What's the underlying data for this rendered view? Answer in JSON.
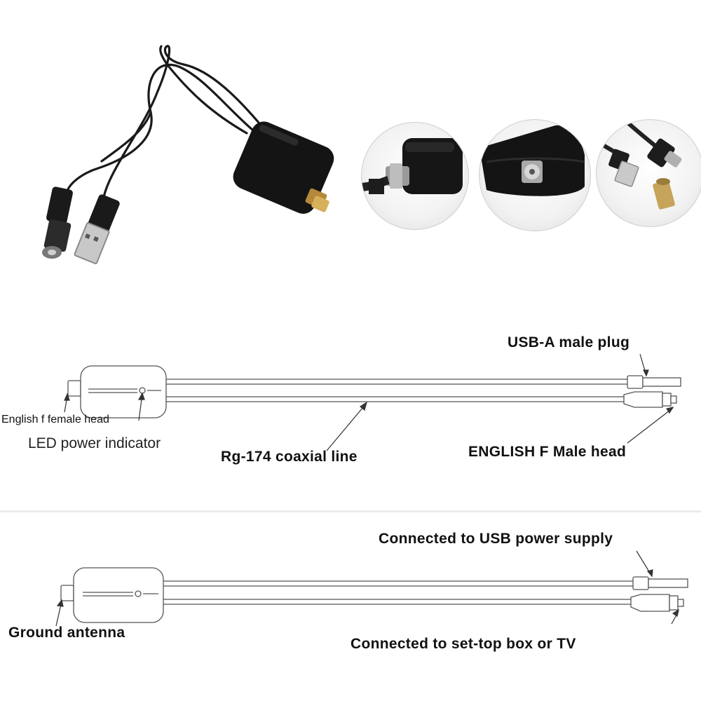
{
  "product_photos": {
    "main": {
      "icon": "tv-signal-amplifier-with-usb-and-f-connector"
    },
    "detail_1": {
      "icon": "f-connector-side-view"
    },
    "detail_2": {
      "icon": "f-female-port-closeup"
    },
    "detail_3": {
      "icon": "usb-plug-and-coax-adapter"
    }
  },
  "diagram_1": {
    "usb_plug_label": "USB-A male plug",
    "f_female_label": "English f female head",
    "led_label": "LED power indicator",
    "coax_label": "Rg-174 coaxial line",
    "f_male_label": "ENGLISH F Male head"
  },
  "diagram_2": {
    "usb_supply_label": "Connected to USB power supply",
    "antenna_label": "Ground antenna",
    "settop_label": "Connected to set-top box or TV"
  },
  "colors": {
    "outline": "#555555",
    "product_black": "#141414",
    "divider": "#d9d9d9"
  }
}
